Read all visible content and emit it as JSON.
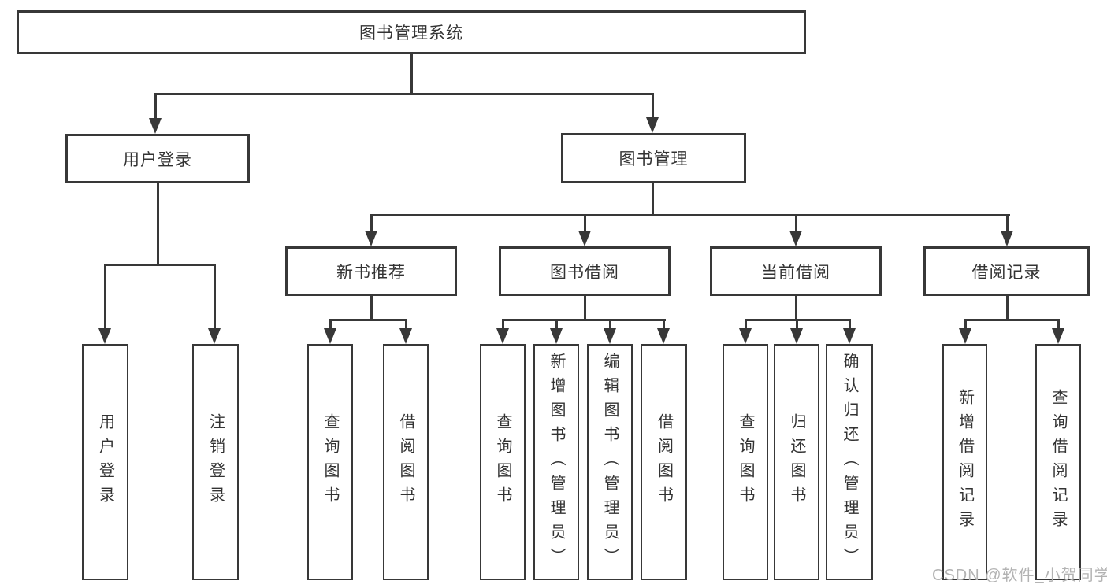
{
  "diagram": {
    "title": "图书管理系统",
    "root": {
      "label": "图书管理系统"
    },
    "level2": [
      {
        "label": "用户登录"
      },
      {
        "label": "图书管理"
      }
    ],
    "level3": [
      {
        "label": "新书推荐"
      },
      {
        "label": "图书借阅"
      },
      {
        "label": "当前借阅"
      },
      {
        "label": "借阅记录"
      }
    ],
    "leaves": [
      {
        "label": "用户登录",
        "parent": "用户登录"
      },
      {
        "label": "注销登录",
        "parent": "用户登录"
      },
      {
        "label": "查询图书",
        "parent": "新书推荐"
      },
      {
        "label": "借阅图书",
        "parent": "新书推荐"
      },
      {
        "label": "查询图书",
        "parent": "图书借阅"
      },
      {
        "label": "新增图书（管理员）",
        "parent": "图书借阅"
      },
      {
        "label": "编辑图书（管理员）",
        "parent": "图书借阅"
      },
      {
        "label": "借阅图书",
        "parent": "图书借阅"
      },
      {
        "label": "查询图书",
        "parent": "当前借阅"
      },
      {
        "label": "归还图书",
        "parent": "当前借阅"
      },
      {
        "label": "确认归还（管理员）",
        "parent": "当前借阅"
      },
      {
        "label": "新增借阅记录",
        "parent": "借阅记录"
      },
      {
        "label": "查询借阅记录",
        "parent": "借阅记录"
      }
    ]
  },
  "watermark": {
    "text": "CSDN @软件_小贺同学"
  },
  "colors": {
    "line": "#383838",
    "text": "#333333",
    "box_background": "#ffffff",
    "watermark": "#b3b3b3"
  }
}
